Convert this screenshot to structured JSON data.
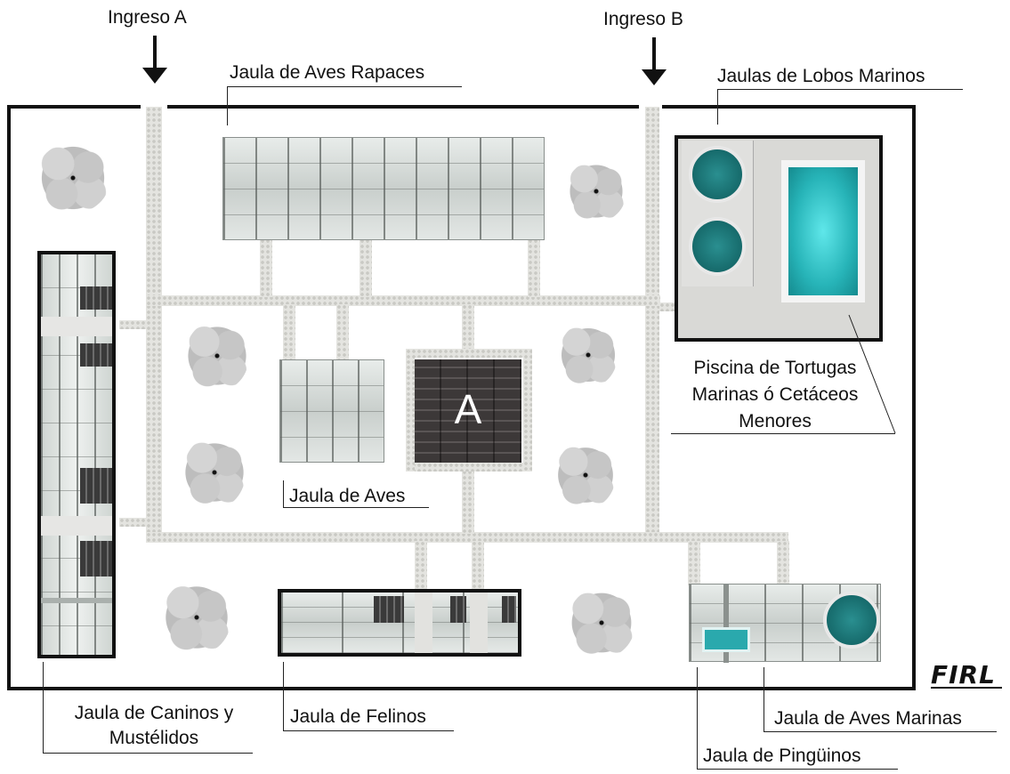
{
  "entrances": {
    "a": "Ingreso A",
    "b": "Ingreso B"
  },
  "enclosures": {
    "raptors": "Jaula de Aves Rapaces",
    "sea_lions": "Jaulas de Lobos Marinos",
    "turtle_pool_line1": "Piscina de Tortugas",
    "turtle_pool_line2": "Marinas ó Cetáceos",
    "turtle_pool_line3": "Menores",
    "birds": "Jaula de Aves",
    "canines_line1": "Jaula de Caninos y",
    "canines_line2": "Mustélidos",
    "felines": "Jaula de Felinos",
    "sea_birds": "Jaula de Aves Marinas",
    "penguins": "Jaula de Pingüinos"
  },
  "central_building": "A",
  "signature": "FIRL",
  "colors": {
    "wall": "#111111",
    "path": "#e4e4e0",
    "tree": "#c4c4c4",
    "water": "#1f7f80",
    "dark_roof": "#3a3a3a"
  }
}
